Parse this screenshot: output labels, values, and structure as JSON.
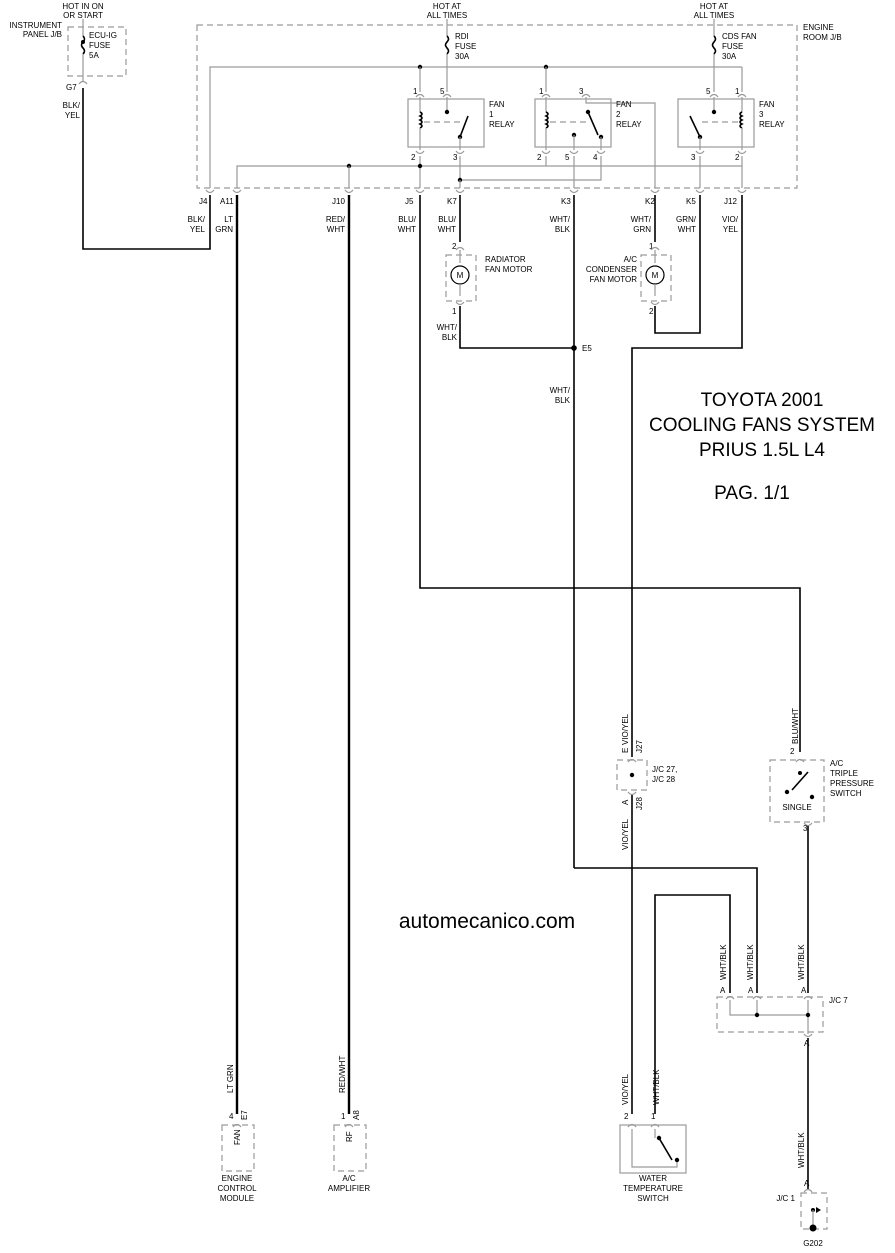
{
  "title": {
    "line1": "TOYOTA 2001",
    "line2": "COOLING FANS SYSTEM",
    "line3": "PRIUS 1.5L L4",
    "page": "PAG. 1/1"
  },
  "watermark": "automecanico.com",
  "headers": {
    "hot_in_on_1": "HOT IN ON",
    "hot_in_on_2": "OR START",
    "hot_at_1a": "HOT AT",
    "hot_at_1b": "ALL TIMES",
    "hot_at_2a": "HOT AT",
    "hot_at_2b": "ALL TIMES"
  },
  "boxes": {
    "ipjb_1": "INSTRUMENT",
    "ipjb_2": "PANEL J/B",
    "erjb_1": "ENGINE",
    "erjb_2": "ROOM J/B"
  },
  "fuses": {
    "ecuig_1": "ECU-IG",
    "ecuig_2": "FUSE",
    "ecuig_3": "5A",
    "rdi_1": "RDI",
    "rdi_2": "FUSE",
    "rdi_3": "30A",
    "cds_1": "CDS FAN",
    "cds_2": "FUSE",
    "cds_3": "30A"
  },
  "relays": {
    "fan1_a": "FAN",
    "fan1_b": "1",
    "fan1_c": "RELAY",
    "fan2_a": "FAN",
    "fan2_b": "2",
    "fan2_c": "RELAY",
    "fan3_a": "FAN",
    "fan3_b": "3",
    "fan3_c": "RELAY"
  },
  "connectors": {
    "g7": "G7",
    "j4": "J4",
    "a11": "A11",
    "j10": "J10",
    "j5": "J5",
    "k7": "K7",
    "k3": "K3",
    "k2": "K2",
    "k5": "K5",
    "j12": "J12",
    "e5": "E5",
    "e7": "E7",
    "a8": "A8",
    "j27": "J27",
    "j28": "J28"
  },
  "wires": {
    "blk_yel_1": "BLK/",
    "blk_yel_2": "YEL",
    "j4_1": "BLK/",
    "j4_2": "YEL",
    "a11_1": "LT",
    "a11_2": "GRN",
    "j10_1": "RED/",
    "j10_2": "WHT",
    "j5_1": "BLU/",
    "j5_2": "WHT",
    "k7_1": "BLU/",
    "k7_2": "WHT",
    "k3_1": "WHT/",
    "k3_2": "BLK",
    "k2_1": "WHT/",
    "k2_2": "GRN",
    "k5_1": "GRN/",
    "k5_2": "WHT",
    "j12_1": "VIO/",
    "j12_2": "YEL",
    "rad_gnd_1": "WHT/",
    "rad_gnd_2": "BLK",
    "e5_down_1": "WHT/",
    "e5_down_2": "BLK",
    "vio_yel": "VIO/YEL",
    "blu_wht": "BLU/WHT",
    "wht_blk": "WHT/BLK",
    "lt_grn": "LT GRN",
    "red_wht": "RED/WHT"
  },
  "components": {
    "rad_motor_1": "RADIATOR",
    "rad_motor_2": "FAN MOTOR",
    "ac_motor_1": "A/C",
    "ac_motor_2": "CONDENSER",
    "ac_motor_3": "FAN MOTOR",
    "motor_symbol": "M",
    "jc2728_1": "J/C 27,",
    "jc2728_2": "J/C 28",
    "ac_sw_1": "A/C",
    "ac_sw_2": "TRIPLE",
    "ac_sw_3": "PRESSURE",
    "ac_sw_4": "SWITCH",
    "ac_sw_single": "SINGLE",
    "jc7": "J/C 7",
    "jc1": "J/C 1",
    "g202": "G202",
    "ecm_pin": "FAN",
    "ecm_1": "ENGINE",
    "ecm_2": "CONTROL",
    "ecm_3": "MODULE",
    "amp_pin": "RF",
    "amp_1": "A/C",
    "amp_2": "AMPLIFIER",
    "wts_1": "WATER",
    "wts_2": "TEMPERATURE",
    "wts_3": "SWITCH"
  },
  "pins": {
    "one": "1",
    "two": "2",
    "three": "3",
    "four": "4",
    "five": "5",
    "a": "A",
    "e": "E"
  }
}
